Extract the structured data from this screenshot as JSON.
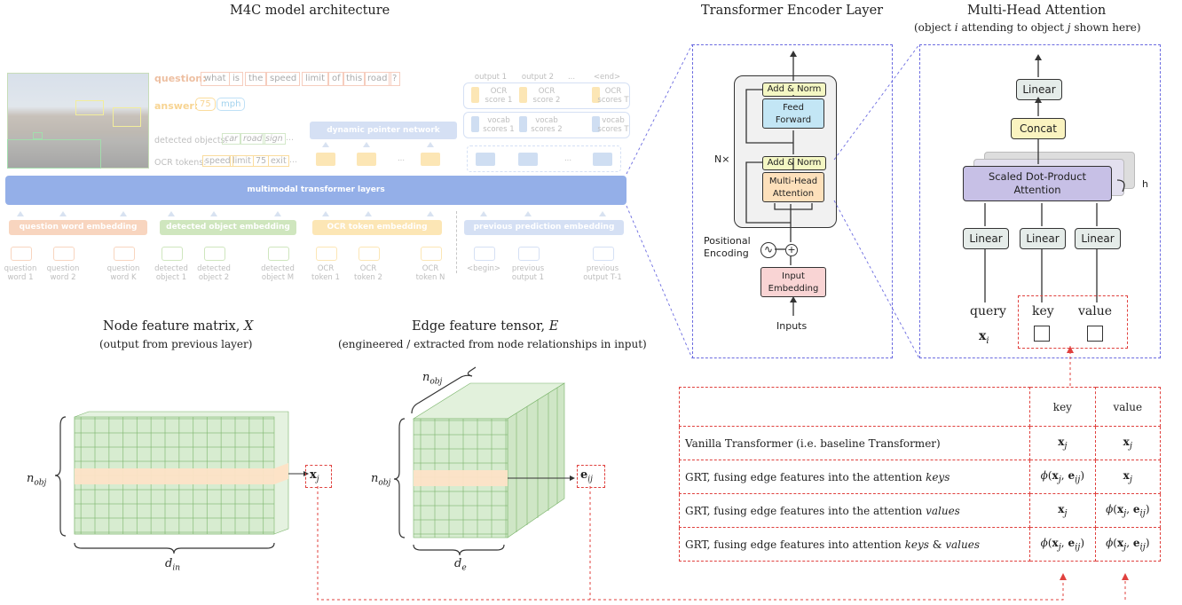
{
  "titles": {
    "m4c": "M4C model architecture",
    "encoder": "Transformer Encoder Layer",
    "mha": "Multi-Head Attention",
    "mha_sub": "(object i attending to object j shown here)",
    "node": "Node feature matrix, X",
    "node_sub": "(output from previous layer)",
    "edge": "Edge feature tensor, E",
    "edge_sub": "(engineered / extracted from node relationships in input)"
  },
  "m4c": {
    "question_label": "question:",
    "question_words": [
      "what",
      "is",
      "the",
      "speed",
      "limit",
      "of",
      "this",
      "road",
      "?"
    ],
    "answer_label": "answer:",
    "answer_words": [
      "75",
      "mph"
    ],
    "detected_label": "detected objects:",
    "detected_words": [
      "car",
      "road",
      "sign",
      "..."
    ],
    "ocr_label": "OCR tokens:",
    "ocr_words": [
      "speed",
      "limit",
      "75",
      "exit",
      "..."
    ],
    "dynamic_pointer": "dynamic pointer network",
    "multimodal": "multimodal transformer layers",
    "outputs": [
      "output 1",
      "output 2",
      "...",
      "<end>"
    ],
    "ocr_scores": [
      "OCR\nscore 1",
      "OCR\nscore 2",
      "OCR\nscores T"
    ],
    "vocab_scores": [
      "vocab\nscores 1",
      "vocab\nscores 2",
      "vocab\nscores T"
    ],
    "embeddings": [
      "question word embedding",
      "detected object embedding",
      "OCR token embedding",
      "previous prediction embedding"
    ],
    "token_labels": [
      "question\nword 1",
      "question\nword 2",
      "question\nword K",
      "detected\nobject 1",
      "detected\nobject 2",
      "detected\nobject M",
      "OCR\ntoken 1",
      "OCR\ntoken 2",
      "OCR\ntoken N",
      "<begin>",
      "previous\noutput 1",
      "previous\noutput T-1"
    ],
    "ellipsis": "..."
  },
  "encoder": {
    "add_norm": "Add & Norm",
    "feed_forward": "Feed\nForward",
    "multi_head": "Multi-Head\nAttention",
    "nx": "N×",
    "positional": "Positional\nEncoding",
    "input_embedding": "Input\nEmbedding",
    "inputs": "Inputs"
  },
  "mha": {
    "linear": "Linear",
    "concat": "Concat",
    "sdpa": "Scaled Dot-Product\nAttention",
    "h": "h",
    "query": "query",
    "key": "key",
    "value": "value",
    "xi": "x",
    "xi_sub": "i"
  },
  "matrix": {
    "n_obj": "n",
    "n_obj_sub": "obj",
    "d_in": "d",
    "d_in_sub": "in",
    "d_e": "d",
    "d_e_sub": "e",
    "xj": "x",
    "xj_sub": "j",
    "eij": "e",
    "eij_sub": "ij"
  },
  "table": {
    "header": [
      "",
      "key",
      "value"
    ],
    "rows": [
      [
        "Vanilla Transformer (i.e. baseline Transformer)",
        "x_j",
        "x_j"
      ],
      [
        "GRT, fusing edge features into the attention keys",
        "φ(x_j, e_ij)",
        "x_j"
      ],
      [
        "GRT, fusing edge features into the attention values",
        "x_j",
        "φ(x_j, e_ij)"
      ],
      [
        "GRT, fusing edge features into attention keys & values",
        "φ(x_j, e_ij)",
        "φ(x_j, e_ij)"
      ]
    ]
  },
  "colors": {
    "dashed_red": "#e0413e",
    "dashed_blue": "#6b6be0",
    "grid_green": "#d7ecd0",
    "highlight_orange": "#fde3c7",
    "feed_forward": "#c3e6f5",
    "multi_head": "#fde0bb",
    "add_norm": "#f4f7c3",
    "input_embed": "#f9d4d4",
    "sdpa": "#c7c0e6",
    "concat": "#faf3c0",
    "linear": "#e5ece9",
    "multimodal": "#3e6fd6"
  }
}
